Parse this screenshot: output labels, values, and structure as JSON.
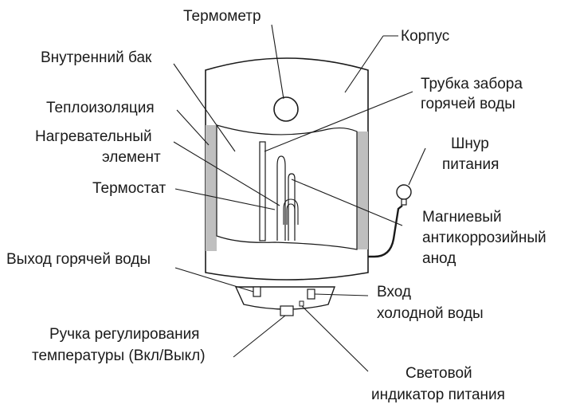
{
  "labels": {
    "thermometer": "Термометр",
    "casing": "Корпус",
    "inner_tank": "Внутренний бак",
    "hot_pipe_1": "Трубка забора",
    "hot_pipe_2": "горячей воды",
    "insulation": "Теплоизоляция",
    "heater_1": "Нагревательный",
    "heater_2": "элемент",
    "cord_1": "Шнур",
    "cord_2": "питания",
    "thermostat": "Термостат",
    "anode_1": "Магниевый",
    "anode_2": "антикоррозийный",
    "anode_3": "анод",
    "hot_outlet": "Выход горячей воды",
    "cold_inlet_1": "Вход",
    "cold_inlet_2": "холодной воды",
    "knob_1": "Ручка регулирования",
    "knob_2": "температуры (Вкл/Выкл)",
    "indicator_1": "Световой",
    "indicator_2": "индикатор питания"
  },
  "colors": {
    "line": "#1a1a1a",
    "insulation": "#bfbfbf",
    "background": "#ffffff"
  }
}
